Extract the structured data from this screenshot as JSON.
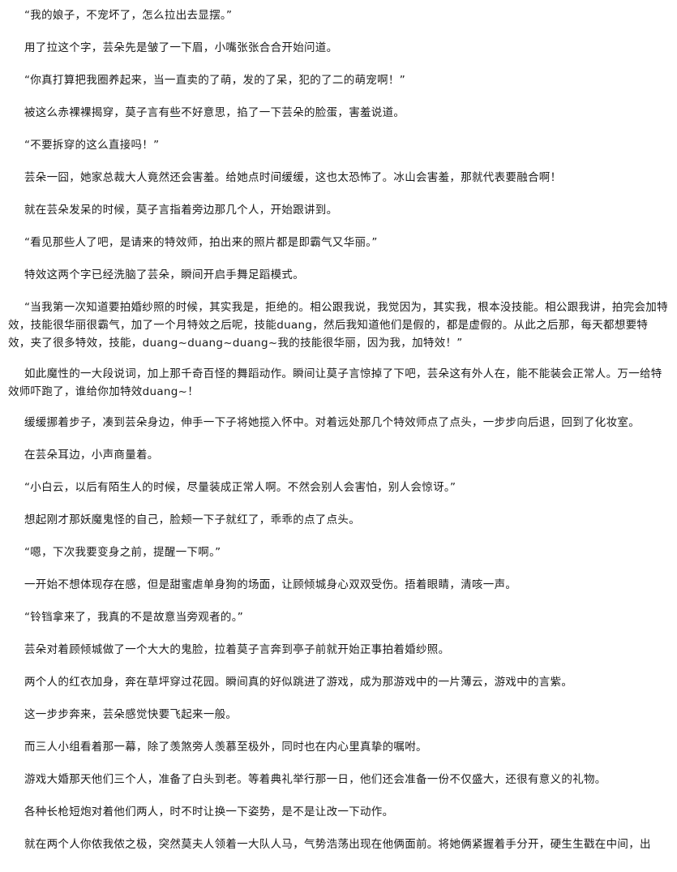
{
  "document": {
    "paragraphs": [
      "“我的娘子，不宠坏了，怎么拉出去显摆。”",
      "用了拉这个字，芸朵先是皱了一下眉，小嘴张张合合开始问道。",
      "“你真打算把我圈养起来，当一直卖的了萌，发的了呆，犯的了二的萌宠啊！”",
      "被这么赤裸裸揭穿，莫子言有些不好意思，掐了一下芸朵的脸蛋，害羞说道。",
      "“不要拆穿的这么直接吗！”",
      "芸朵一囧，她家总裁大人竟然还会害羞。给她点时间缓缓，这也太恐怖了。冰山会害羞，那就代表要融合啊！",
      "就在芸朵发呆的时候，莫子言指着旁边那几个人，开始跟讲到。",
      "“看见那些人了吧，是请来的特效师，拍出来的照片都是即霸气又华丽。”",
      "特效这两个字已经洗脑了芸朵，瞬间开启手舞足蹈模式。",
      "“当我第一次知道要拍婚纱照的时候，其实我是，拒绝的。相公跟我说，我觉因为，其实我，根本没技能。相公跟我讲，拍完会加特效，技能很华丽很霸气，加了一个月特效之后呢，技能duang，然后我知道他们是假的，都是虚假的。从此之后那，每天都想要特效，夹了很多特效，技能，duang~duang~duang~我的技能很华丽，因为我，加特效！”",
      "如此魔性的一大段说词，加上那千奇百怪的舞蹈动作。瞬间让莫子言惊掉了下吧，芸朵这有外人在，能不能装会正常人。万一给特效师吓跑了，谁给你加特效duang~！",
      "缓缓挪着步子，凑到芸朵身边，伸手一下子将她揽入怀中。对着远处那几个特效师点了点头，一步步向后退，回到了化妆室。",
      "在芸朵耳边，小声商量着。",
      "“小白云，以后有陌生人的时候，尽量装成正常人啊。不然会别人会害怕，别人会惊讶。”",
      "想起刚才那妖魔鬼怪的自己，脸颊一下子就红了，乖乖的点了点头。",
      "“嗯，下次我要变身之前，提醒一下啊。”",
      "一开始不想体现存在感，但是甜蜜虐单身狗的场面，让顾倾城身心双双受伤。捂着眼睛，清咳一声。",
      "“铃铛拿来了，我真的不是故意当旁观者的。”",
      "芸朵对着顾倾城做了一个大大的鬼脸，拉着莫子言奔到亭子前就开始正事拍着婚纱照。",
      "两个人的红衣加身，奔在草坪穿过花园。瞬间真的好似跳进了游戏，成为那游戏中的一片薄云，游戏中的言紫。",
      "这一步步奔来，芸朵感觉快要飞起来一般。",
      "而三人小组看着那一幕，除了羡煞旁人羡慕至极外，同时也在内心里真挚的嘱咐。",
      "游戏大婚那天他们三个人，准备了白头到老。等着典礼举行那一日，他们还会准备一份不仅盛大，还很有意义的礼物。",
      "各种长枪短炮对着他们两人，时不时让换一下姿势，是不是让改一下动作。",
      "就在两个人你侬我侬之极，突然莫夫人领着一大队人马，气势浩荡出现在他俩面前。将她俩紧握着手分开，硬生生戳在中间，出"
    ]
  }
}
